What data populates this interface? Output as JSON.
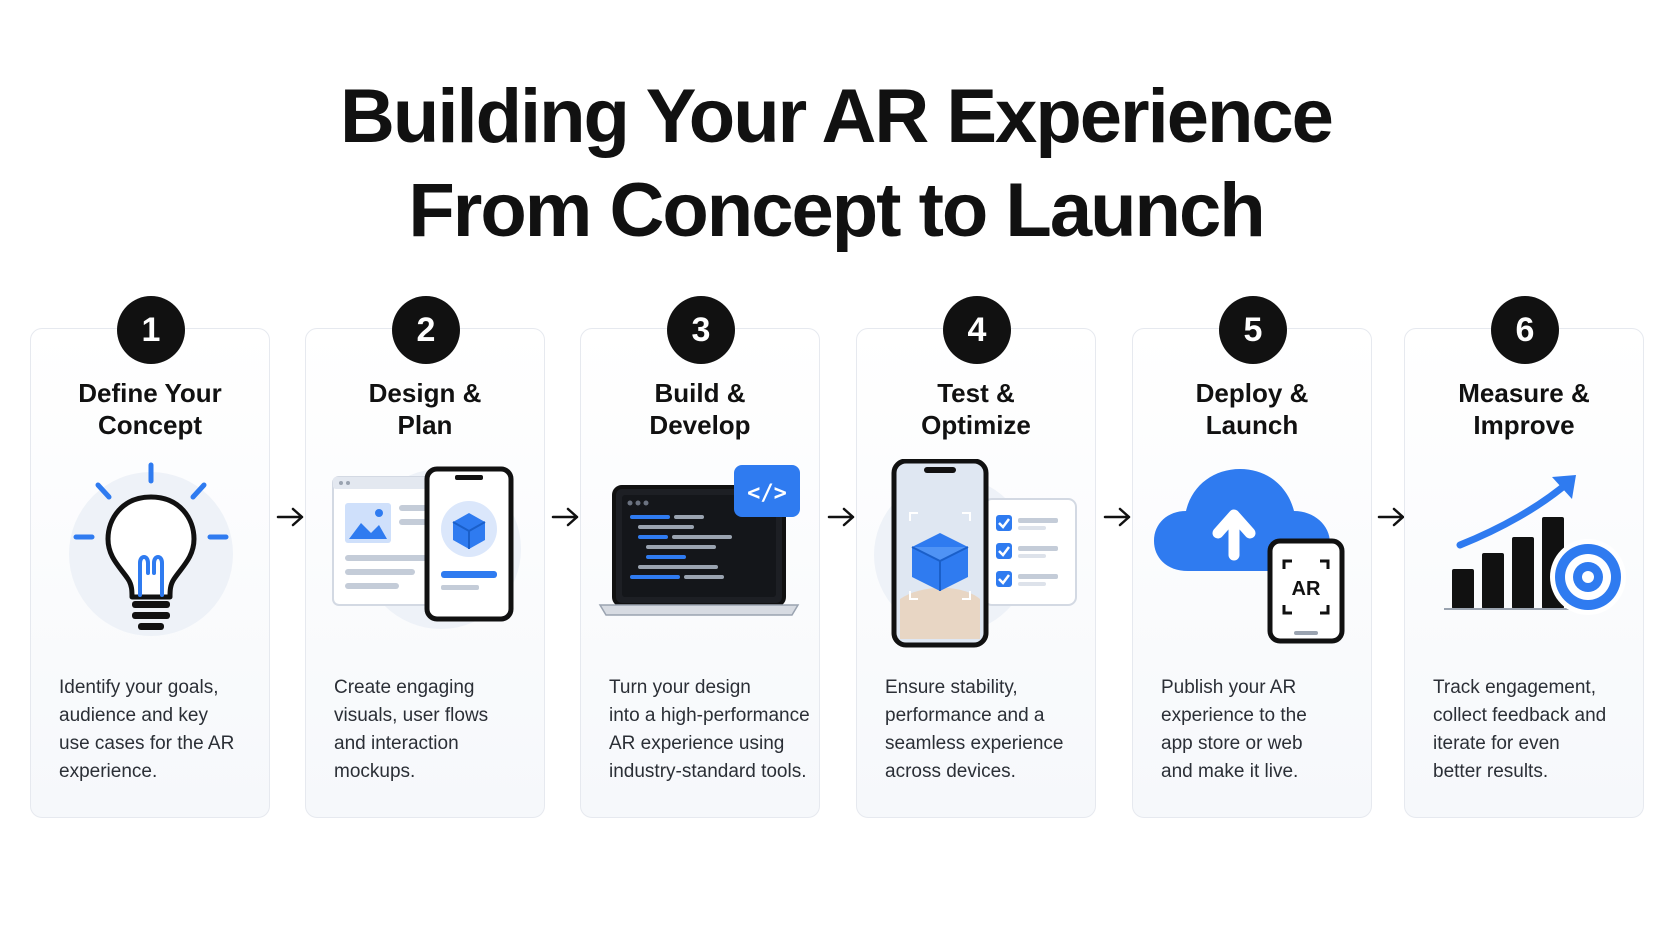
{
  "title": {
    "line1": "Building Your AR Experience",
    "line2": "From Concept to Launch"
  },
  "colors": {
    "accent": "#2f7bf0",
    "dark": "#111111",
    "card_border": "#e6e9ef"
  },
  "steps": [
    {
      "number": "1",
      "title": [
        "Define Your",
        "Concept"
      ],
      "icon": "lightbulb-icon",
      "description": [
        "Identify your goals,",
        "audience and key",
        "use cases for the AR",
        "experience."
      ]
    },
    {
      "number": "2",
      "title": [
        "Design &",
        "Plan"
      ],
      "icon": "wireframe-phone-icon",
      "description": [
        "Create engaging",
        "visuals, user flows",
        "and interaction",
        "mockups."
      ]
    },
    {
      "number": "3",
      "title": [
        "Build &",
        "Develop"
      ],
      "icon": "laptop-code-icon",
      "code_glyph": "</>",
      "description": [
        "Turn your design",
        "into a high-performance",
        "AR experience using",
        "industry-standard tools."
      ]
    },
    {
      "number": "4",
      "title": [
        "Test &",
        "Optimize"
      ],
      "icon": "phone-cube-checklist-icon",
      "description": [
        "Ensure stability,",
        "performance and a",
        "seamless experience",
        "across devices."
      ]
    },
    {
      "number": "5",
      "title": [
        "Deploy &",
        "Launch"
      ],
      "icon": "cloud-upload-phone-icon",
      "ar_label": "AR",
      "description": [
        "Publish your AR",
        "experience to the",
        "app store or web",
        "and make it live."
      ]
    },
    {
      "number": "6",
      "title": [
        "Measure &",
        "Improve"
      ],
      "icon": "growth-chart-target-icon",
      "description": [
        "Track engagement,",
        "collect feedback and",
        "iterate for even",
        "better results."
      ]
    }
  ]
}
